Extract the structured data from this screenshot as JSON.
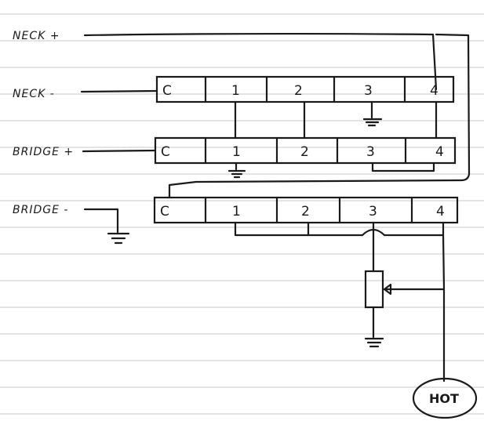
{
  "labels": {
    "neck_plus": "NECK +",
    "neck_minus": "NECK -",
    "bridge_plus": "BRIDGE +",
    "bridge_minus": "BRIDGE -",
    "hot": "HOT"
  },
  "switch_contacts": [
    "C",
    "1",
    "2",
    "3",
    "4"
  ],
  "colors": {
    "ink": "#1a1a1a",
    "ruled_line": "#c9c9c9"
  }
}
